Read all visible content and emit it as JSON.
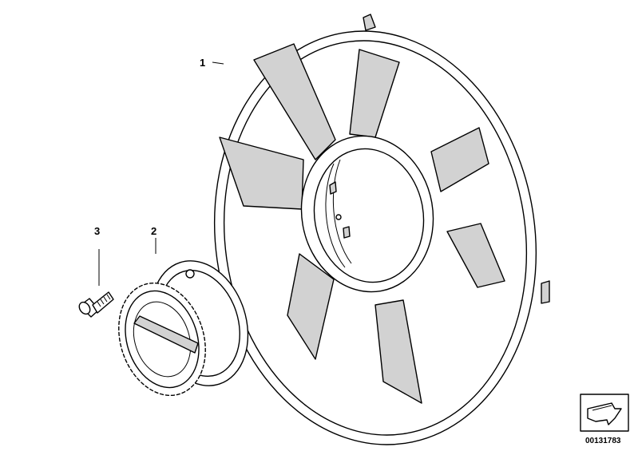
{
  "callouts": {
    "fan": "1",
    "clutch": "2",
    "bolt": "3"
  },
  "document_number": "00131783",
  "icons": {
    "fan": "fan-wheel-icon",
    "clutch": "viscous-clutch-icon",
    "bolt": "socket-head-bolt-icon",
    "stamp": "bent-arrow-icon"
  },
  "colors": {
    "line": "#000000",
    "shade": "#d2d2d2",
    "background": "#ffffff"
  }
}
